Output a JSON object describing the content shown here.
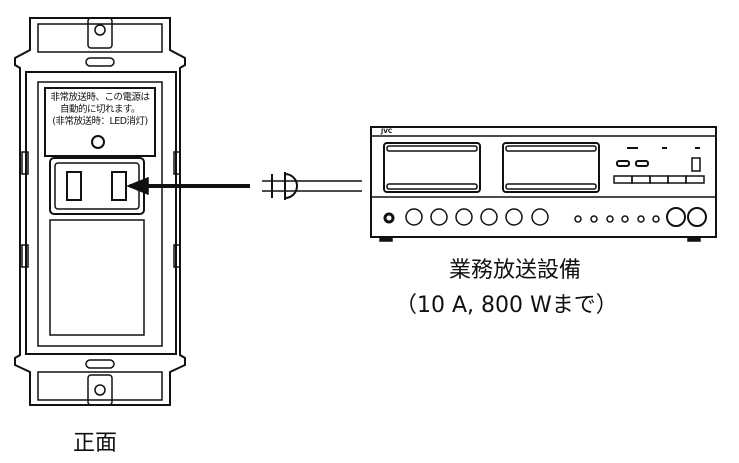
{
  "outlet": {
    "notice_lines": [
      "非常放送時、この電源は",
      "自動的に切れます。",
      "(非常放送時：LED消灯)"
    ],
    "caption": "正面"
  },
  "equipment": {
    "brand": "JVC",
    "label_line1": "業務放送設備",
    "label_line2": "（10 A, 800 Wまで）"
  }
}
